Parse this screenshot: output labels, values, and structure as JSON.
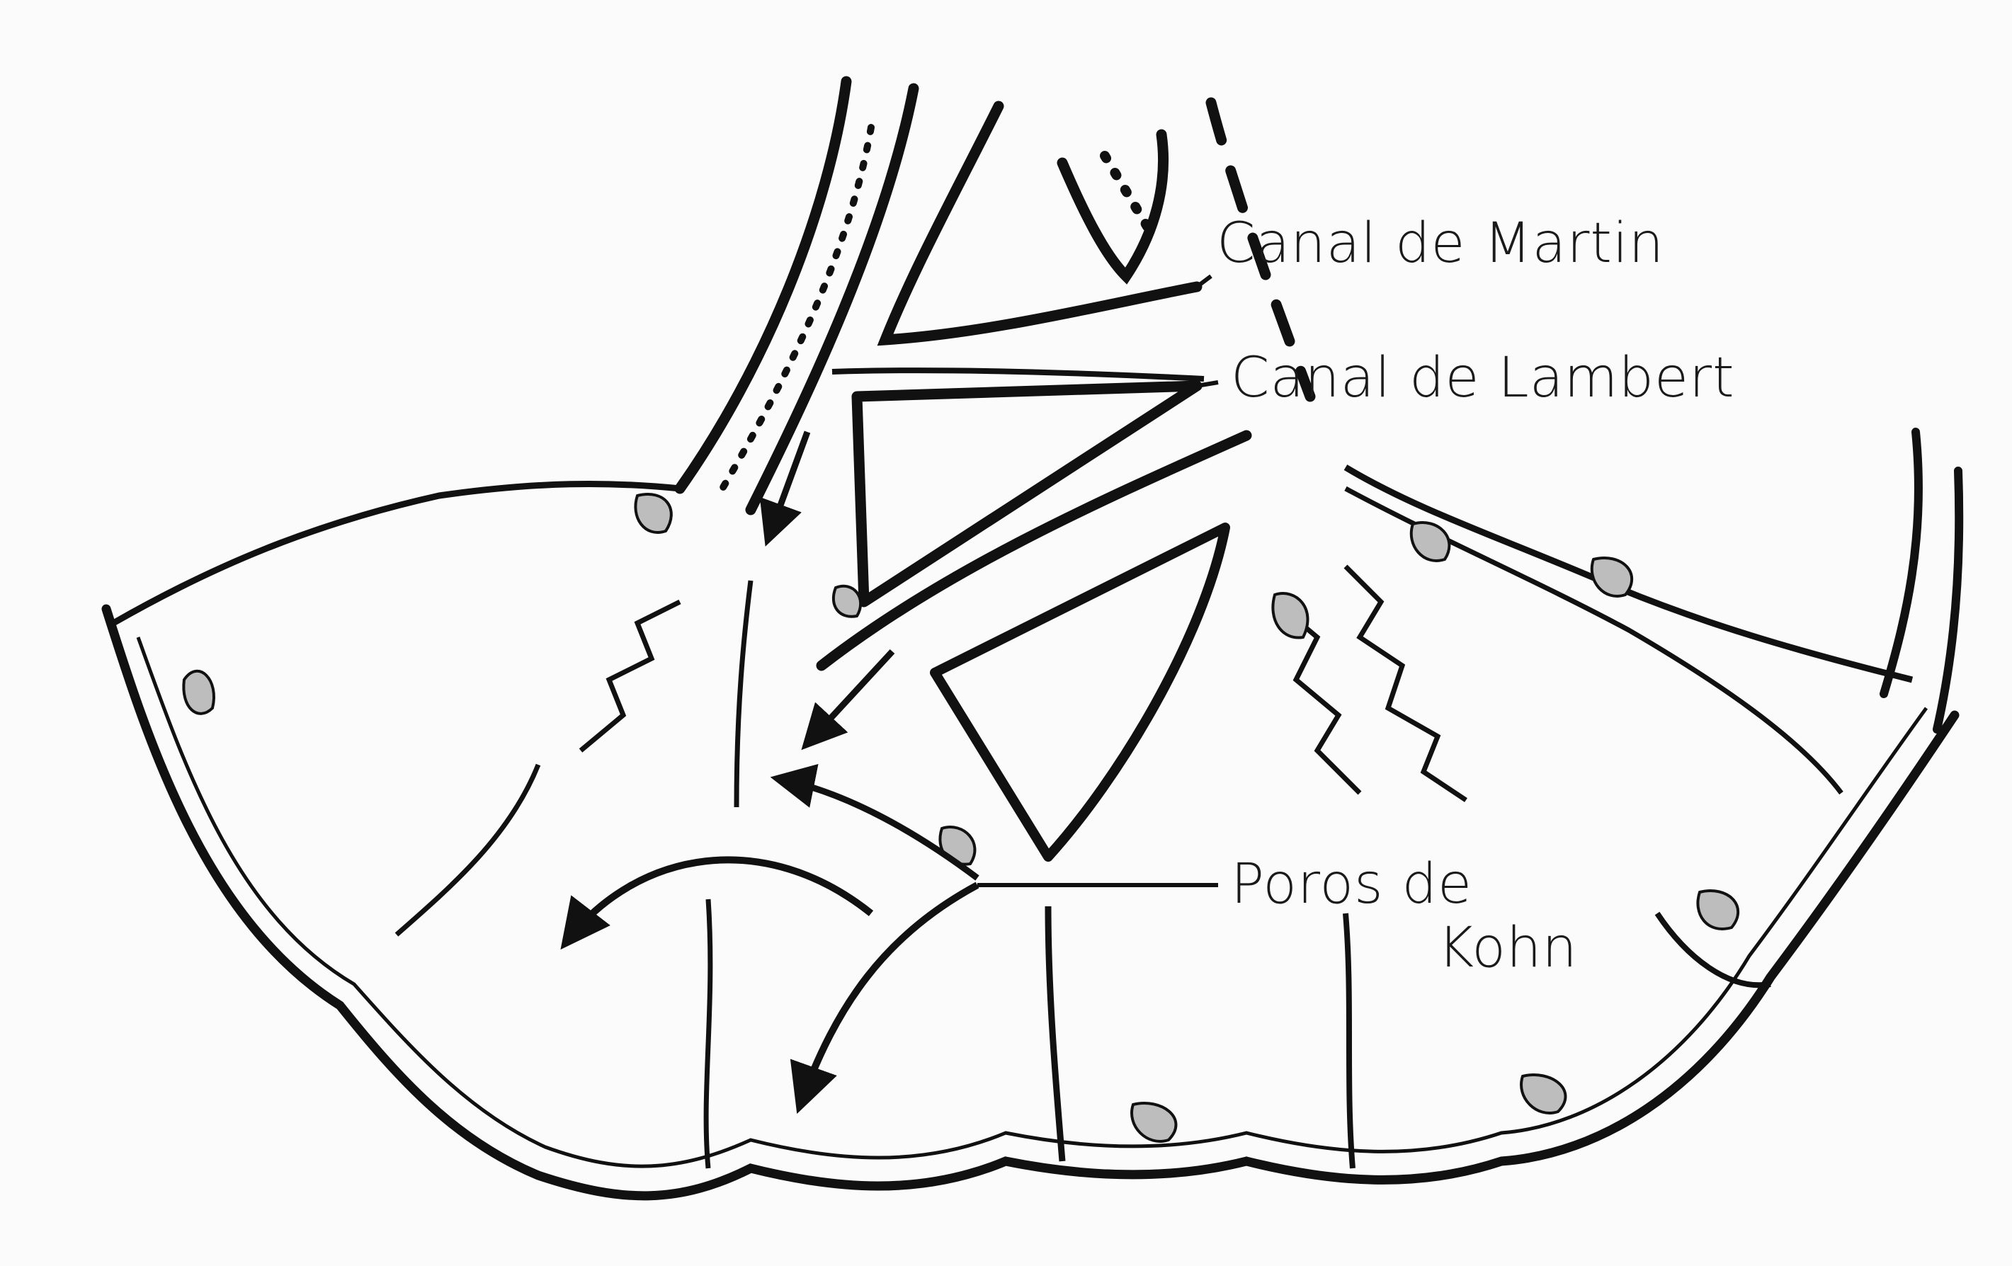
{
  "labels": {
    "canal_martin": "Canal de Martin",
    "canal_lambert": "Canal de Lambert",
    "poros_kohn_line1": "Poros de",
    "poros_kohn_line2": "Kohn"
  },
  "colors": {
    "ink": "#111111",
    "paper": "#fbfbfb",
    "tissue": "#bdbdbd"
  }
}
